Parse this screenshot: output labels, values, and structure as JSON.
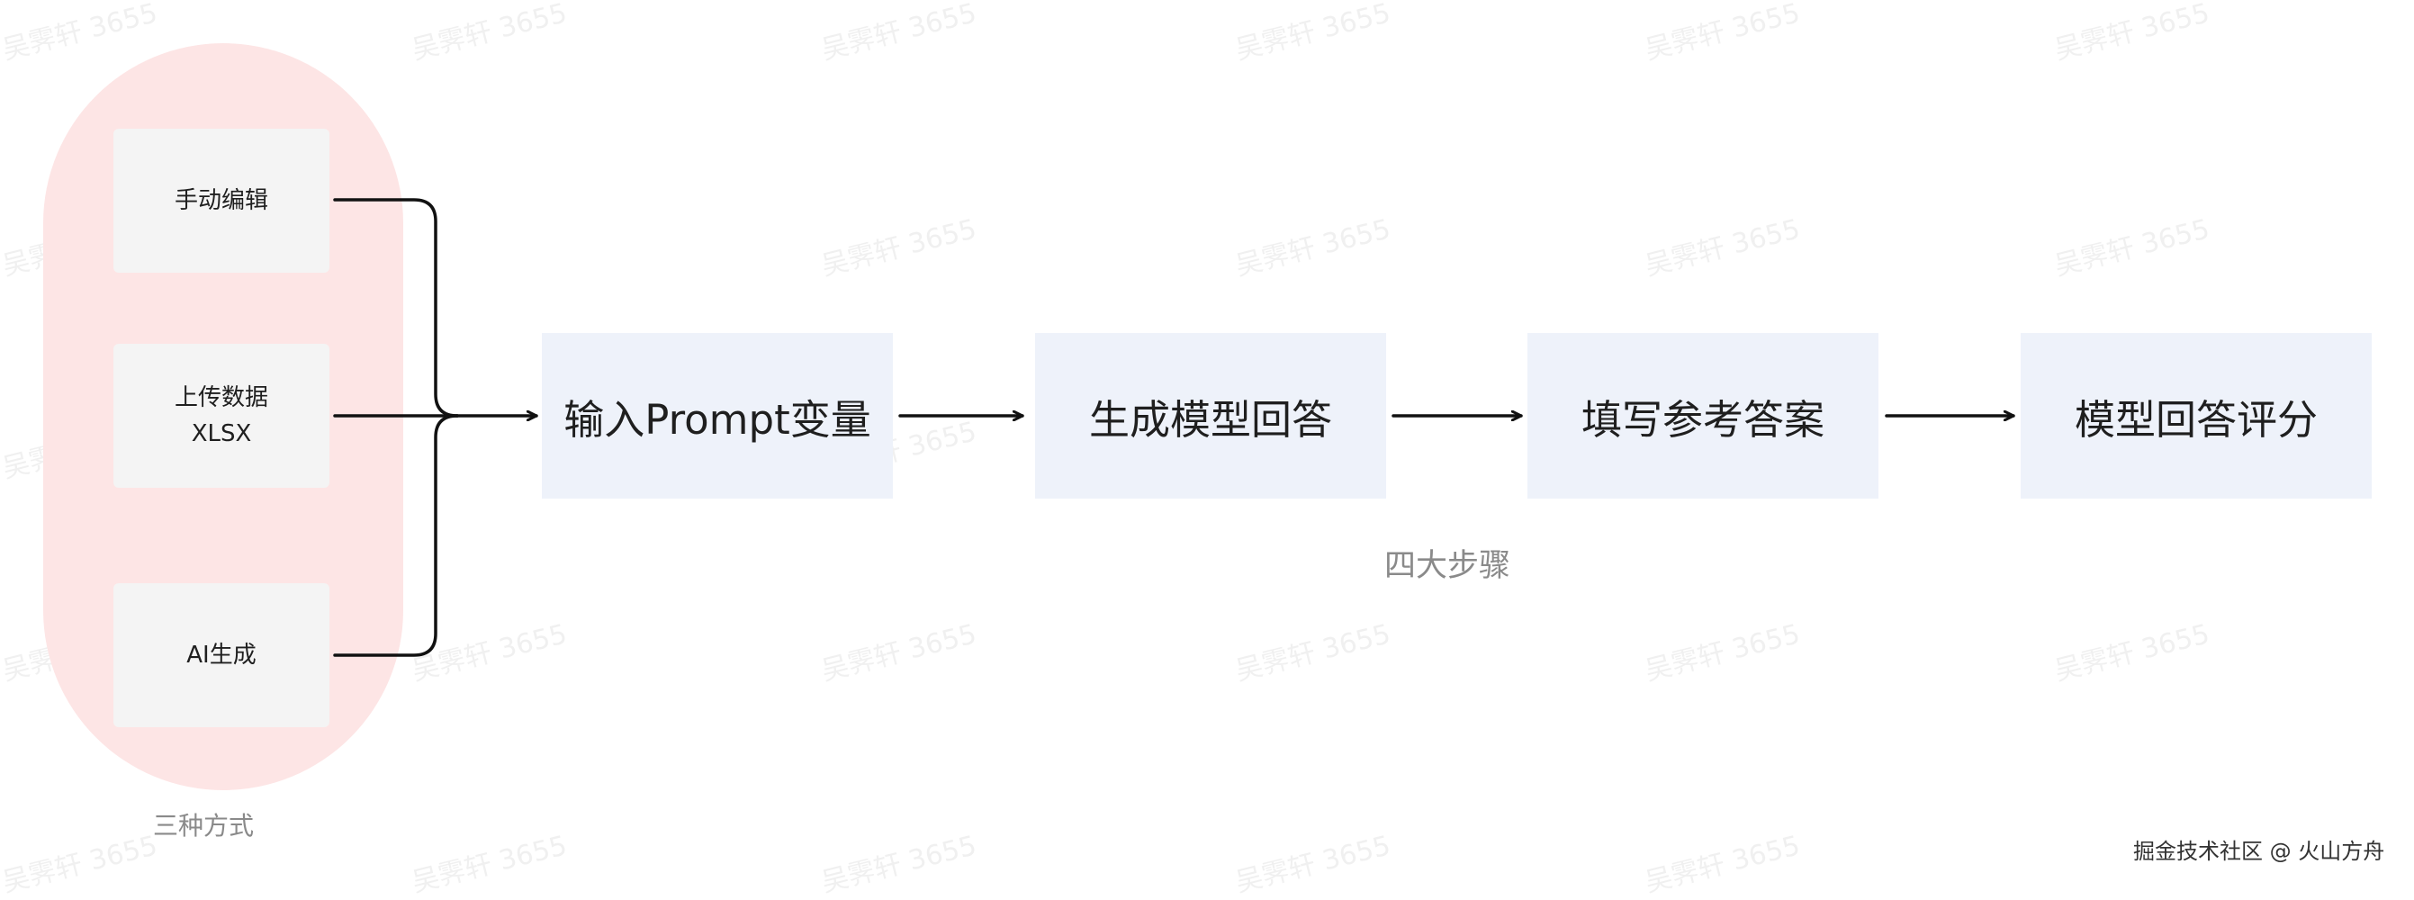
{
  "sources": {
    "manual": "手动编辑",
    "upload_line1": "上传数据",
    "upload_line2": "XLSX",
    "ai": "AI生成",
    "caption": "三种方式"
  },
  "steps": [
    {
      "label": "输入Prompt变量"
    },
    {
      "label": "生成模型回答"
    },
    {
      "label": "填写参考答案"
    },
    {
      "label": "模型回答评分"
    }
  ],
  "steps_caption": "四大步骤",
  "watermark": "吴霁轩 3655",
  "footer": "掘金技术社区 @ 火山方舟",
  "colors": {
    "pill": "#fde5e5",
    "source_box": "#f4f4f4",
    "step_box": "#eef2fa",
    "arrow": "#111111",
    "caption": "#8a8a8a"
  }
}
